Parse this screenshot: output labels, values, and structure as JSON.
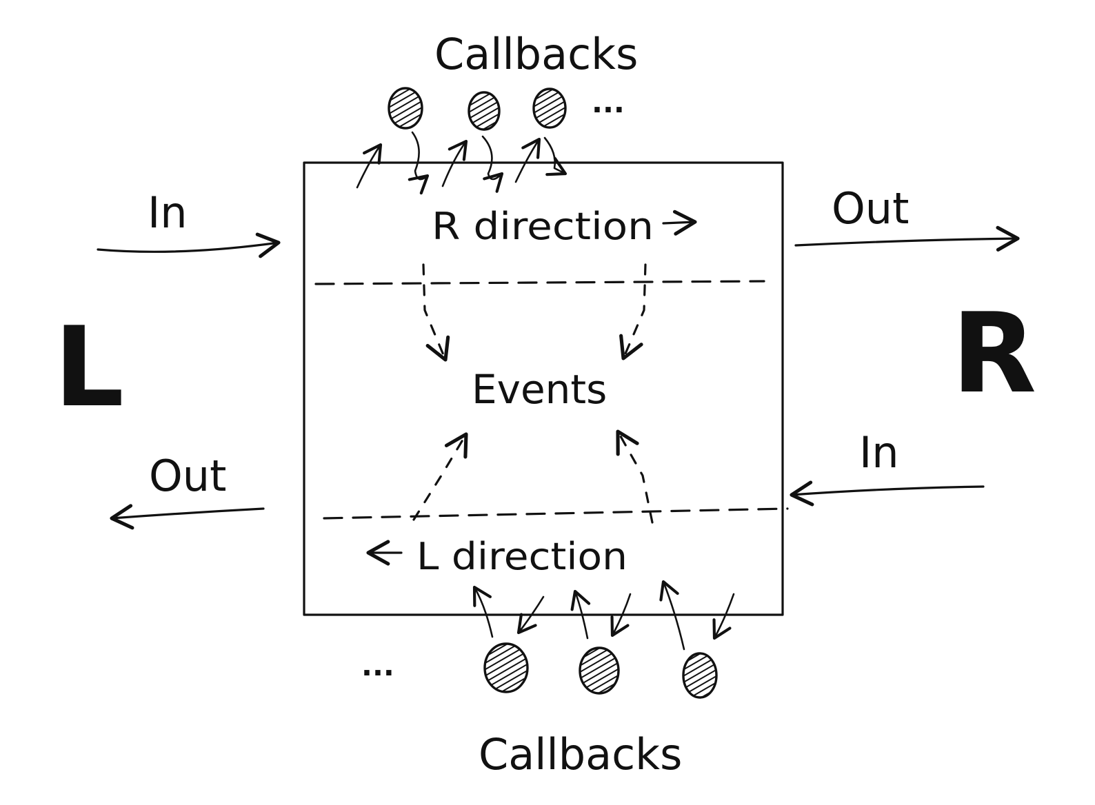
{
  "labels": {
    "callbacks_top": "Callbacks",
    "callbacks_bottom": "Callbacks",
    "in_left": "In",
    "out_right": "Out",
    "out_left": "Out",
    "in_right": "In",
    "side_left": "L",
    "side_right": "R",
    "r_direction": "R direction",
    "l_direction": "L direction",
    "events": "Events",
    "ellipsis_top": "...",
    "ellipsis_bottom": "..."
  }
}
